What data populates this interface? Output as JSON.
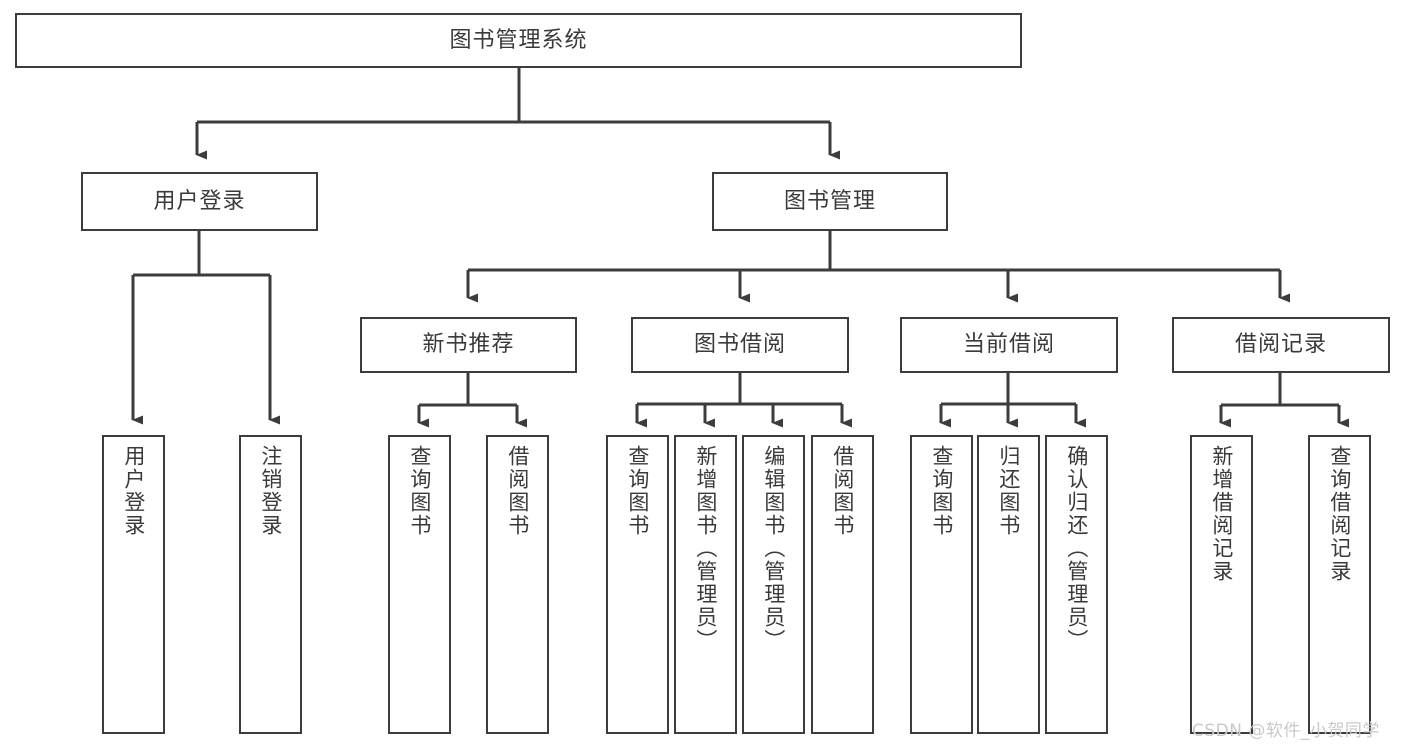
{
  "diagram": {
    "title": "图书管理系统",
    "type": "hierarchy-tree",
    "root": {
      "id": "root",
      "label": "图书管理系统"
    },
    "level1": [
      {
        "id": "user-login",
        "label": "用户登录"
      },
      {
        "id": "book-manage",
        "label": "图书管理"
      }
    ],
    "level2": [
      {
        "id": "new-book-rec",
        "label": "新书推荐",
        "parent": "book-manage"
      },
      {
        "id": "book-borrow",
        "label": "图书借阅",
        "parent": "book-manage"
      },
      {
        "id": "current-borrow",
        "label": "当前借阅",
        "parent": "book-manage"
      },
      {
        "id": "borrow-record",
        "label": "借阅记录",
        "parent": "book-manage"
      }
    ],
    "leaves": [
      {
        "id": "leaf-user-login",
        "label": "用户登录",
        "parent": "user-login"
      },
      {
        "id": "leaf-logout-login",
        "label": "注销登录",
        "parent": "user-login"
      },
      {
        "id": "leaf-query-book-1",
        "label": "查询图书",
        "parent": "new-book-rec"
      },
      {
        "id": "leaf-borrow-book-1",
        "label": "借阅图书",
        "parent": "new-book-rec"
      },
      {
        "id": "leaf-query-book-2",
        "label": "查询图书",
        "parent": "book-borrow"
      },
      {
        "id": "leaf-add-book",
        "label": "新增图书（管理员）",
        "parent": "book-borrow"
      },
      {
        "id": "leaf-edit-book",
        "label": "编辑图书（管理员）",
        "parent": "book-borrow"
      },
      {
        "id": "leaf-borrow-book-2",
        "label": "借阅图书",
        "parent": "book-borrow"
      },
      {
        "id": "leaf-query-book-3",
        "label": "查询图书",
        "parent": "current-borrow"
      },
      {
        "id": "leaf-return-book",
        "label": "归还图书",
        "parent": "current-borrow"
      },
      {
        "id": "leaf-confirm-return",
        "label": "确认归还（管理员）",
        "parent": "current-borrow"
      },
      {
        "id": "leaf-add-record",
        "label": "新增借阅记录",
        "parent": "borrow-record"
      },
      {
        "id": "leaf-query-record",
        "label": "查询借阅记录",
        "parent": "borrow-record"
      }
    ]
  },
  "watermark": {
    "text": "CSDN @软件_小贺同学"
  },
  "colors": {
    "border": "#3c3c3c",
    "text": "#3a3a3a",
    "background": "#ffffff",
    "watermark": "#c9c9c9"
  }
}
